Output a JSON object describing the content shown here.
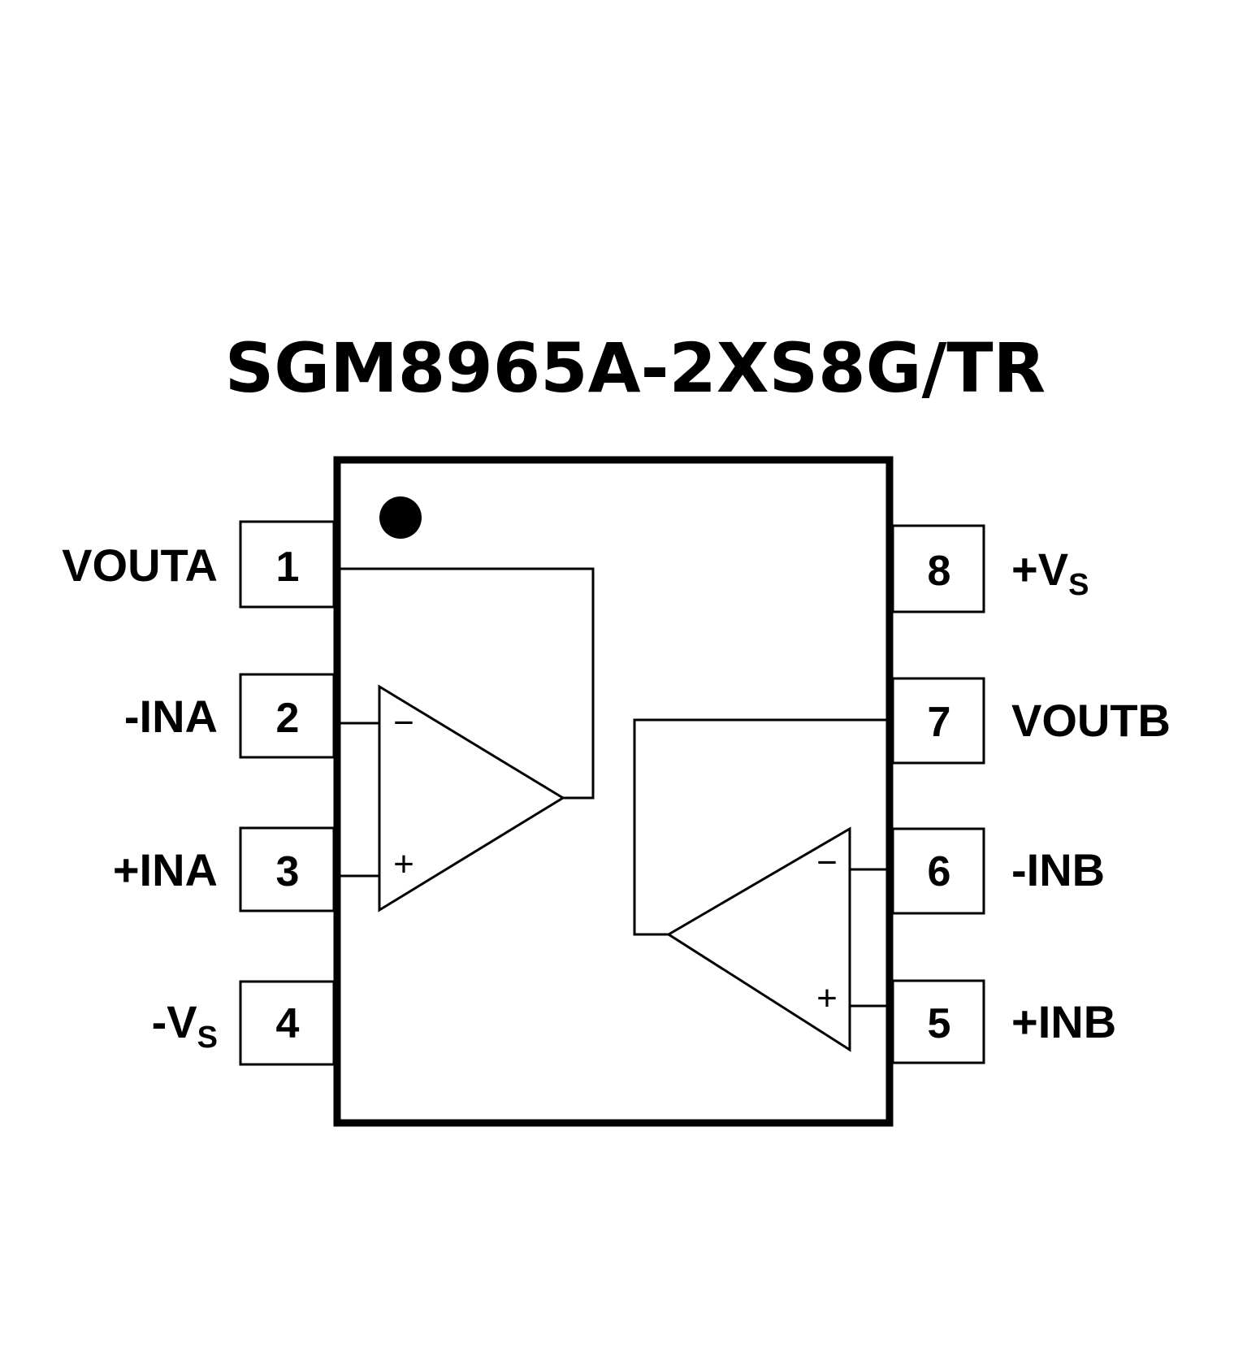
{
  "title": "SGM8965A-2XS8G/TR",
  "package": {
    "pin1_marker": "dot",
    "pins_left": [
      {
        "number": "1",
        "label": "VOUTA",
        "sub": ""
      },
      {
        "number": "2",
        "label": "-INA",
        "sub": ""
      },
      {
        "number": "3",
        "label": "+INA",
        "sub": ""
      },
      {
        "number": "4",
        "label": "-V",
        "sub": "S"
      }
    ],
    "pins_right": [
      {
        "number": "8",
        "label": "+V",
        "sub": "S"
      },
      {
        "number": "7",
        "label": "VOUTB",
        "sub": ""
      },
      {
        "number": "6",
        "label": "-INB",
        "sub": ""
      },
      {
        "number": "5",
        "label": "+INB",
        "sub": ""
      }
    ]
  },
  "amplifiers": [
    {
      "name": "A",
      "inverting_symbol": "−",
      "noninverting_symbol": "+"
    },
    {
      "name": "B",
      "inverting_symbol": "−",
      "noninverting_symbol": "+"
    }
  ]
}
